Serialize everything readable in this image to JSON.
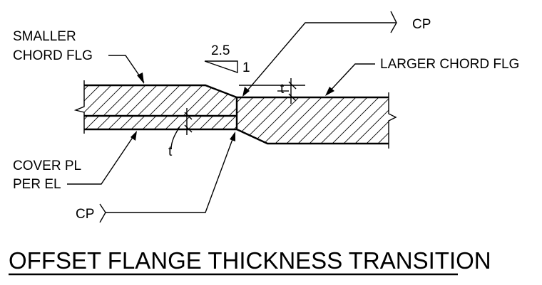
{
  "labels": {
    "smaller_chord_flg_line1": "SMALLER",
    "smaller_chord_flg_line2": "CHORD FLG",
    "larger_chord_flg": "LARGER CHORD FLG",
    "cover_pl_line1": "COVER PL",
    "cover_pl_line2": "PER EL",
    "cp_top": "CP",
    "cp_bottom": "CP",
    "slope_run": "2.5",
    "slope_rise": "1",
    "thickness_mark_left": "t",
    "thickness_mark_right": "t"
  },
  "title": "OFFSET FLANGE THICKNESS TRANSITION"
}
